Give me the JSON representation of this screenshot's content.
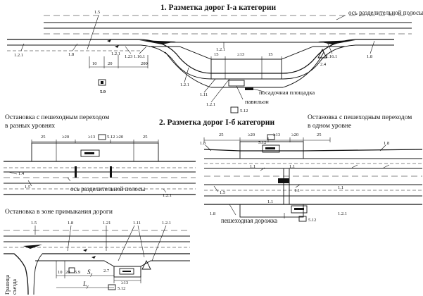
{
  "titles": {
    "heading_1": "1. Разметка дорог I-а категории",
    "heading_2": "2. Разметка дорог I-б категории"
  },
  "captions": {
    "median_axis_top": "ось разделительной полосы",
    "median_axis_middle": "ось разделительной полосы",
    "landing_platform": "посадочная площадка",
    "pavilion": "павильон",
    "footpath": "пешеходная дорожка",
    "stop_left_line1": "Остановка с пешеходным переходом",
    "stop_left_line2": "в разных уровнях",
    "stop_right_line1": "Остановка с пешеходным переходом",
    "stop_right_line2": "в одном уровне",
    "stop_junction": "Остановка в зоне примыкания дороги",
    "easement_line1": "Граница",
    "easement_line2": "съезда"
  },
  "section1_labels": {
    "l_1_5": "1.5",
    "l_1_2_1a": "1.2.1",
    "l_1_8": "1.8",
    "l_1_2_1b": "1.2.1",
    "l_1_23": "1.23",
    "l_1_16_1": "1.16.1",
    "l_1_2_1c": "1.2.1",
    "l_1_16_1b": "1.16.1",
    "l_1_8b": "1.8",
    "l_2_4": "2.4",
    "l_1_2_1d": "1.2.1",
    "l_1_11": "1.11",
    "l_1_2_1e": "1.2.1",
    "sign_5_9": "5.9",
    "sign_5_12": "5.12",
    "d_10": "10",
    "d_20": "20",
    "d_200": "200",
    "d_15a": "15",
    "d_ge13": "≥13",
    "d_15b": "15"
  },
  "section2_left_labels": {
    "d_25a": "25",
    "d_ge20a": "≥20",
    "d_ge13": "≥13",
    "d_ge20b": "≥20",
    "d_25b": "25",
    "sign_5_12": "5.12",
    "l_1_4": "1.4",
    "l_1_5": "1.5",
    "l_1_2_1": "1.2.1"
  },
  "section2_right_labels": {
    "d_25a": "25",
    "d_ge20a": "≥20",
    "d_ge13": "≥13",
    "d_ge20b": "≥20",
    "d_25b": "25",
    "sign_5_12a": "5.12",
    "l_1_8a": "1.8",
    "l_1_8b": "1.8",
    "l_1_1a": "1.1",
    "l_1_1b": "1.1",
    "l_1_1c": "1.1",
    "l_1_1d": "1.1",
    "l_1_5": "1.5",
    "l_1_8c": "1.8",
    "l_1_1e": "1.1",
    "l_1_2_1": "1.2.1",
    "sign_5_12b": "5.12"
  },
  "section2_bottom_labels": {
    "l_1_5": "1.5",
    "l_1_8": "1.8",
    "l_1_21": "1.21",
    "l_1_11": "1.11",
    "l_1_2_1": "1.2.1",
    "d_10": "10",
    "d_20": "20",
    "sign_5_9": "5.9",
    "d_s": "S",
    "d_s_sub": "y",
    "l_2_7": "2.7",
    "d_ge13": "≥13",
    "d_l": "L",
    "d_l_sub": "y",
    "sign_5_12": "5.12"
  }
}
